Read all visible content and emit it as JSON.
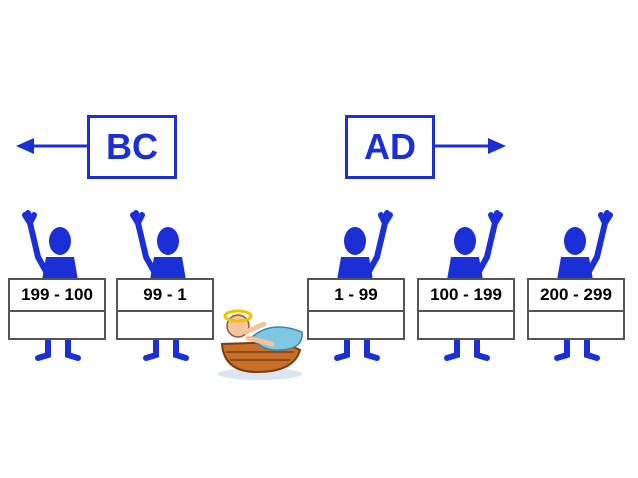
{
  "labels": {
    "bc": "BC",
    "ad": "AD"
  },
  "signs": [
    {
      "range": "199 - 100"
    },
    {
      "range": "99 - 1"
    },
    {
      "range": "1 - 99"
    },
    {
      "range": "100 - 199"
    },
    {
      "range": "200 - 299"
    }
  ],
  "colors": {
    "accent": "#1a2fd6",
    "sign_border": "#555555",
    "baby_blanket": "#7ec8e3",
    "baby_cradle": "#c8702a"
  }
}
